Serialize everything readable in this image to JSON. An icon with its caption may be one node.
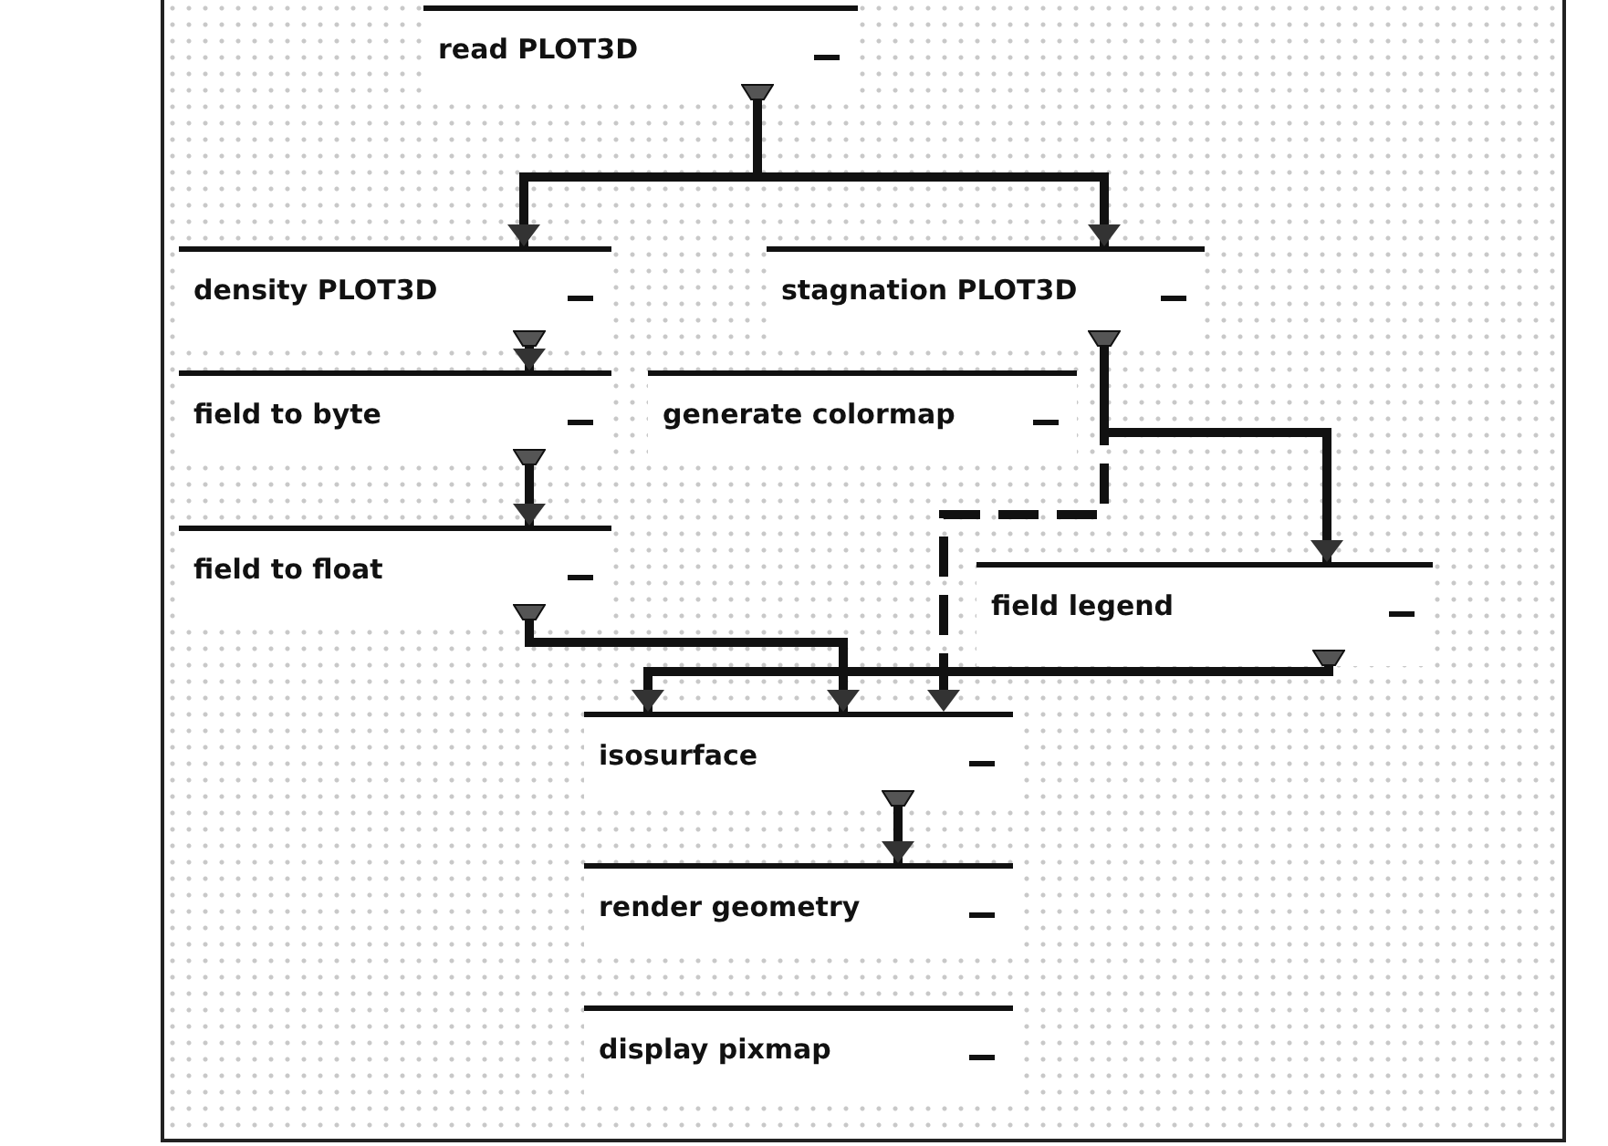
{
  "diagram": {
    "nodes": [
      {
        "text": [
          "read PLOT3D"
        ]
      },
      {
        "text": [
          "density PLOT3D"
        ]
      },
      {
        "text": [
          "stagnation PLOT3D"
        ]
      },
      {
        "text": [
          "field to byte"
        ]
      },
      {
        "text": [
          "generate colormap"
        ]
      },
      {
        "text": [
          "field to float"
        ]
      },
      {
        "text": [
          "field legend"
        ]
      },
      {
        "text": [
          "isosurface"
        ]
      },
      {
        "text": [
          "render geometry"
        ]
      },
      {
        "text": [
          "display pixmap"
        ]
      }
    ],
    "edges": [
      {
        "from": 0,
        "to": 1,
        "arrow": "to"
      },
      {
        "from": 0,
        "to": 2,
        "arrow": "to"
      },
      {
        "from": 1,
        "to": 3,
        "arrow": "to"
      },
      {
        "from": 3,
        "to": 5,
        "arrow": "to"
      },
      {
        "from": 5,
        "to": 7,
        "arrow": "to"
      },
      {
        "from": 2,
        "to": 6,
        "arrow": "to"
      },
      {
        "from": 2,
        "to": 7,
        "arrow": "to",
        "style": "dashed"
      },
      {
        "from": 6,
        "to": 7,
        "arrow": "to"
      },
      {
        "from": 7,
        "to": 8,
        "arrow": "to"
      }
    ]
  }
}
